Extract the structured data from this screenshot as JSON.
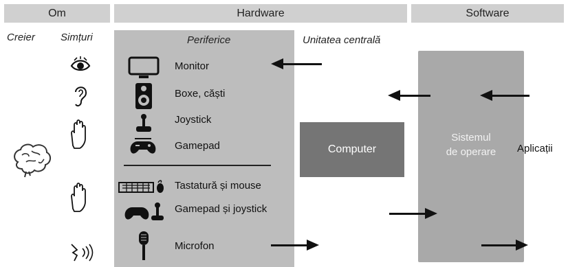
{
  "headers": {
    "om": "Om",
    "hardware": "Hardware",
    "software": "Software"
  },
  "om": {
    "creier": "Creier",
    "simturi": "Simțuri"
  },
  "hardware": {
    "periferice": "Periferice",
    "unitatea_centrala": "Unitatea centrală",
    "output_devices": [
      "Monitor",
      "Boxe, căști",
      "Joystick",
      "Gamepad"
    ],
    "input_devices": [
      "Tastatură și mouse",
      "Gamepad și joystick",
      "Microfon"
    ],
    "computer": "Computer"
  },
  "software": {
    "sistemul_line1": "Sistemul",
    "sistemul_line2": "de operare",
    "aplicatii": "Aplicații"
  },
  "colors": {
    "header_bg": "#d0d0d0",
    "peripheral_bg": "#bdbdbd",
    "os_bg": "#a9a9a9",
    "computer_bg": "#757575",
    "arrow": "#111111"
  }
}
